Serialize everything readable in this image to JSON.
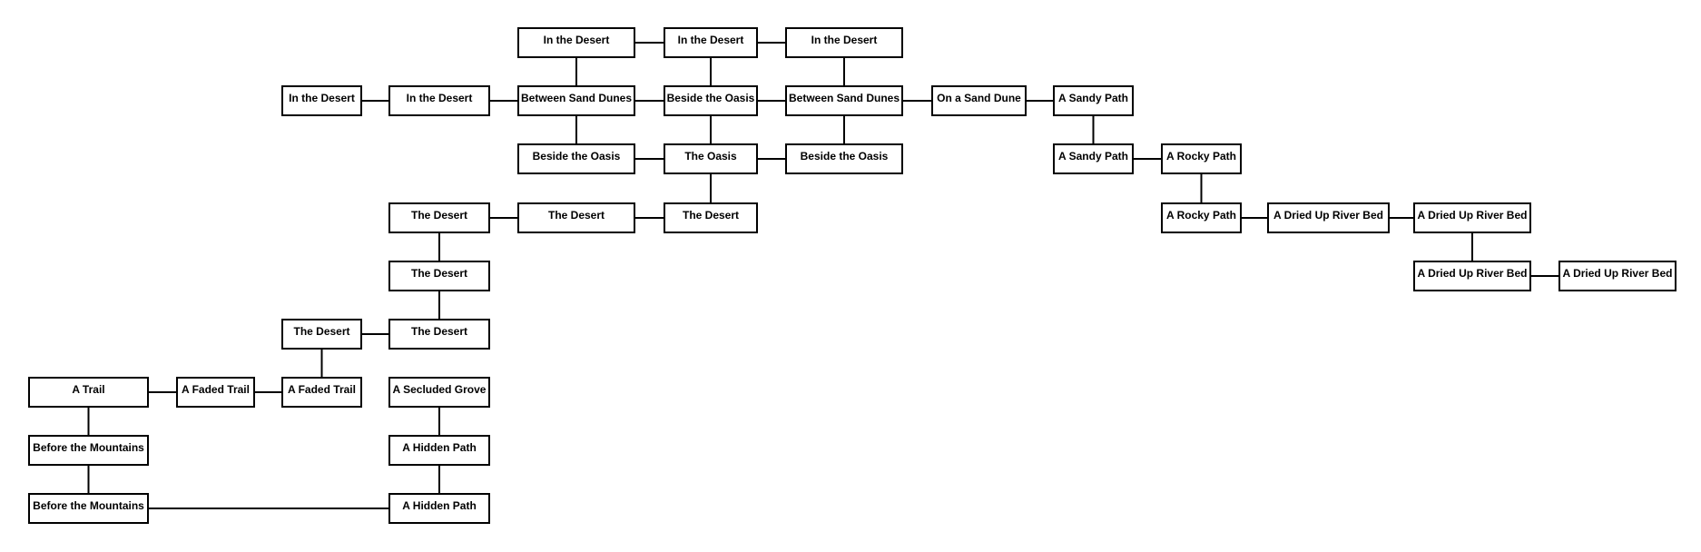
{
  "rooms": [
    {
      "id": "r1",
      "label": "In the Desert"
    },
    {
      "id": "r2",
      "label": "In the Desert"
    },
    {
      "id": "r3",
      "label": "In the Desert"
    },
    {
      "id": "r4",
      "label": "In the Desert"
    },
    {
      "id": "r5",
      "label": "In the Desert"
    },
    {
      "id": "r6",
      "label": "Between Sand Dunes"
    },
    {
      "id": "r7",
      "label": "Beside the Oasis"
    },
    {
      "id": "r8",
      "label": "Between Sand Dunes"
    },
    {
      "id": "r9",
      "label": "On a Sand Dune"
    },
    {
      "id": "r10",
      "label": "A Sandy Path"
    },
    {
      "id": "r11",
      "label": "Beside the Oasis"
    },
    {
      "id": "r12",
      "label": "The Oasis"
    },
    {
      "id": "r13",
      "label": "Beside the Oasis"
    },
    {
      "id": "r14",
      "label": "A Sandy Path"
    },
    {
      "id": "r15",
      "label": "A Rocky Path"
    },
    {
      "id": "r16",
      "label": "The Desert"
    },
    {
      "id": "r17",
      "label": "The Desert"
    },
    {
      "id": "r18",
      "label": "The Desert"
    },
    {
      "id": "r19",
      "label": "A Rocky Path"
    },
    {
      "id": "r20",
      "label": "A Dried Up River Bed"
    },
    {
      "id": "r21",
      "label": "A Dried Up River Bed"
    },
    {
      "id": "r22",
      "label": "The Desert"
    },
    {
      "id": "r23",
      "label": "A Dried Up River Bed"
    },
    {
      "id": "r24",
      "label": "A Dried Up River Bed"
    },
    {
      "id": "r25",
      "label": "The Desert"
    },
    {
      "id": "r26",
      "label": "The Desert"
    },
    {
      "id": "r27",
      "label": "A Trail"
    },
    {
      "id": "r28",
      "label": "A Faded Trail"
    },
    {
      "id": "r29",
      "label": "A Faded Trail"
    },
    {
      "id": "r30",
      "label": "A Secluded Grove"
    },
    {
      "id": "r31",
      "label": "Before the Mountains"
    },
    {
      "id": "r32",
      "label": "A Hidden Path"
    },
    {
      "id": "r33",
      "label": "Before the Mountains"
    },
    {
      "id": "r34",
      "label": "A Hidden Path"
    }
  ],
  "connections": [
    [
      "r1",
      "r2"
    ],
    [
      "r2",
      "r3"
    ],
    [
      "r4",
      "r5"
    ],
    [
      "r5",
      "r6"
    ],
    [
      "r6",
      "r7"
    ],
    [
      "r7",
      "r8"
    ],
    [
      "r8",
      "r9"
    ],
    [
      "r9",
      "r10"
    ],
    [
      "r1",
      "r6"
    ],
    [
      "r2",
      "r7"
    ],
    [
      "r3",
      "r8"
    ],
    [
      "r6",
      "r11"
    ],
    [
      "r7",
      "r12"
    ],
    [
      "r8",
      "r13"
    ],
    [
      "r11",
      "r12"
    ],
    [
      "r12",
      "r13"
    ],
    [
      "r10",
      "r14"
    ],
    [
      "r14",
      "r15"
    ],
    [
      "r15",
      "r19"
    ],
    [
      "r12",
      "r18"
    ],
    [
      "r16",
      "r17"
    ],
    [
      "r17",
      "r18"
    ],
    [
      "r19",
      "r20"
    ],
    [
      "r20",
      "r21"
    ],
    [
      "r21",
      "r23"
    ],
    [
      "r23",
      "r24"
    ],
    [
      "r16",
      "r22"
    ],
    [
      "r22",
      "r26"
    ],
    [
      "r25",
      "r26"
    ],
    [
      "r25",
      "r29"
    ],
    [
      "r27",
      "r28"
    ],
    [
      "r28",
      "r29"
    ],
    [
      "r27",
      "r31"
    ],
    [
      "r31",
      "r33"
    ],
    [
      "r33",
      "r34"
    ],
    [
      "r30",
      "r32"
    ],
    [
      "r32",
      "r34"
    ]
  ]
}
